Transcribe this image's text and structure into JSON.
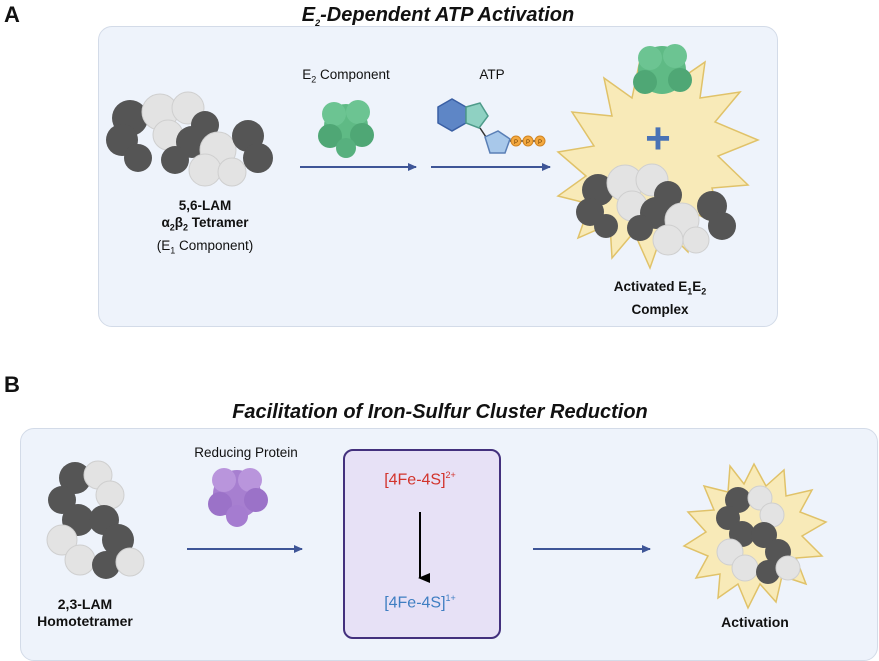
{
  "panel_a": {
    "letter": "A",
    "title_pre": "E",
    "title_sub": "2",
    "title_post": "-Dependent ATP Activation",
    "e2_pre": "E",
    "e2_sub": "2",
    "e2_post": " Component",
    "atp_label": "ATP",
    "phosphate": "P",
    "plus": "+",
    "lam_line1": "5,6-LAM",
    "lam_alpha": "α",
    "lam_alpha_sub": "2",
    "lam_beta": "β",
    "lam_beta_sub": "2",
    "lam_tetramer": " Tetramer",
    "lam_line3_pre": "(E",
    "lam_line3_sub": "1",
    "lam_line3_post": " Component)",
    "activated_pre": "Activated E",
    "activated_sub1": "1",
    "activated_mid": "E",
    "activated_sub2": "2",
    "complex": "Complex"
  },
  "panel_b": {
    "letter": "B",
    "title": "Facilitation of Iron-Sulfur Cluster Reduction",
    "reducing_protein": "Reducing Protein",
    "cluster_top": "[4Fe-4S]",
    "cluster_top_charge": "2+",
    "cluster_bottom": "[4Fe-4S]",
    "cluster_bottom_charge": "1+",
    "lam_line1": "2,3-LAM",
    "lam_line2": "Homotetramer",
    "activation": "Activation"
  },
  "colors": {
    "panel_bg": "#eef3fb",
    "arrow_blue": "#3e5597",
    "e2_green": "#5fba85",
    "reducing_purple": "#a77fd0",
    "star_yellow": "#f8eab8",
    "star_outline": "#e0c269",
    "protein_dark": "#555555",
    "protein_light": "#e3e3e3",
    "plus_blue": "#4a73b5",
    "fe_red": "#d2332c",
    "fe_blue": "#3f7ec2"
  }
}
